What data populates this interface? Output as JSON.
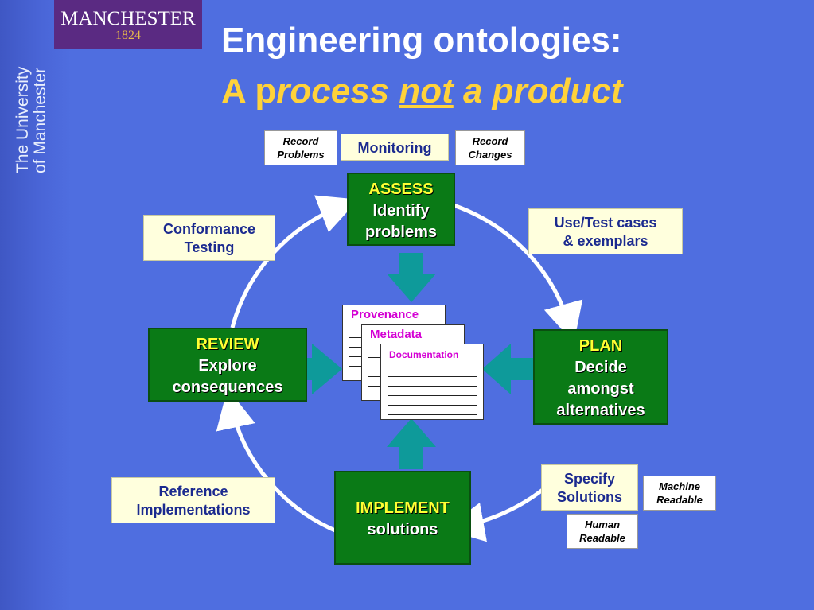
{
  "logo": {
    "name": "MANCHESTER",
    "year": "1824"
  },
  "university": {
    "line1": "The University",
    "line2": "of Manchester"
  },
  "title": {
    "line1": "Engineering ontologies:",
    "line2_a": "A p",
    "line2_b": "rocess ",
    "line2_c": "not",
    "line2_d": " a product"
  },
  "top": {
    "record_problems_1": "Record",
    "record_problems_2": "Problems",
    "monitoring": "Monitoring",
    "record_changes_1": "Record",
    "record_changes_2": "Changes"
  },
  "assess": {
    "head": "ASSESS",
    "l1": "Identify",
    "l2": "problems"
  },
  "review": {
    "head": "REVIEW",
    "l1": "Explore",
    "l2": "consequences"
  },
  "plan": {
    "head": "PLAN",
    "l1": "Decide",
    "l2": "amongst",
    "l3": "alternatives"
  },
  "implement": {
    "head": "IMPLEMENT",
    "l1": "solutions"
  },
  "conformance": {
    "l1": "Conformance",
    "l2": "Testing"
  },
  "usetest": {
    "l1": "Use/Test cases",
    "l2": "& exemplars"
  },
  "reference": {
    "l1": "Reference",
    "l2": "Implementations"
  },
  "specify": {
    "l1": "Specify",
    "l2": "Solutions"
  },
  "machine": {
    "l1": "Machine",
    "l2": "Readable"
  },
  "human": {
    "l1": "Human",
    "l2": "Readable"
  },
  "docs": {
    "provenance": "Provenance",
    "metadata": "Metadata",
    "documentation": "Documentation"
  },
  "colors": {
    "background": "#4f6ee0",
    "green": "#0a7a16",
    "arrow": "#0e9a9a",
    "title_accent": "#ffd23a"
  }
}
